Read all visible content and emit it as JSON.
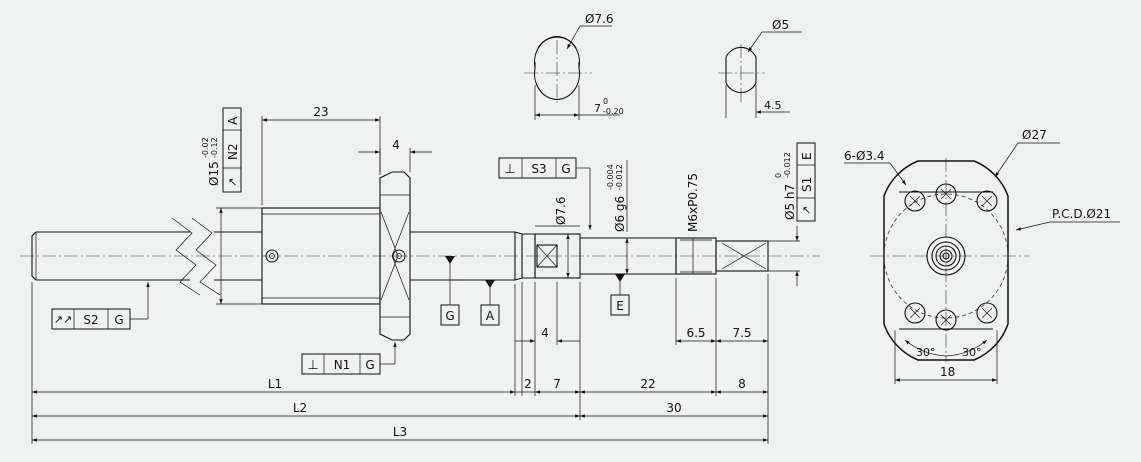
{
  "dims": {
    "d7_6_top": "Ø7.6",
    "d5_top": "Ø5",
    "len_7": "7",
    "tol_7_upper": "0",
    "tol_7_lower": "-0.20",
    "len_4_5": "4.5",
    "d27": "Ø27",
    "holes": "6-Ø3.4",
    "pcd": "P.C.D.Ø21",
    "flange_18": "18",
    "angle_left": "30°",
    "angle_right": "30°",
    "len_23": "23",
    "len_4_flange": "4",
    "dia15": "Ø15",
    "dia15_upper": "-0.02",
    "dia15_lower": "-0.12",
    "d7_6_side": "Ø7.6",
    "d6_g6": "Ø6 g6",
    "d6_upper": "-0.004",
    "d6_lower": "-0.012",
    "thread": "M6xP0.75",
    "d5_h7": "Ø5 h7",
    "d5_upper": "0",
    "d5_lower": "-0.012",
    "len_4_bottom": "4",
    "len_6_5": "6.5",
    "len_7_5": "7.5",
    "L1": "L1",
    "len_2": "2",
    "len_7_b": "7",
    "len_22": "22",
    "len_8": "8",
    "L2": "L2",
    "len_30": "30",
    "L3": "L3"
  },
  "gdt": {
    "f1_sym": "⊥",
    "f1_val": "S3",
    "f1_ref": "G",
    "f2_sym": "⊥",
    "f2_val": "N1",
    "f2_ref": "G",
    "f3_sym": "↗↗",
    "f3_val": "S2",
    "f3_ref": "G",
    "f4_sym": "↗",
    "f4_val": "N2",
    "f4_ref": "A",
    "f5_sym": "↗",
    "f5_val": "S1",
    "f5_ref": "E"
  },
  "datums": {
    "g": "G",
    "a": "A",
    "e": "E"
  }
}
